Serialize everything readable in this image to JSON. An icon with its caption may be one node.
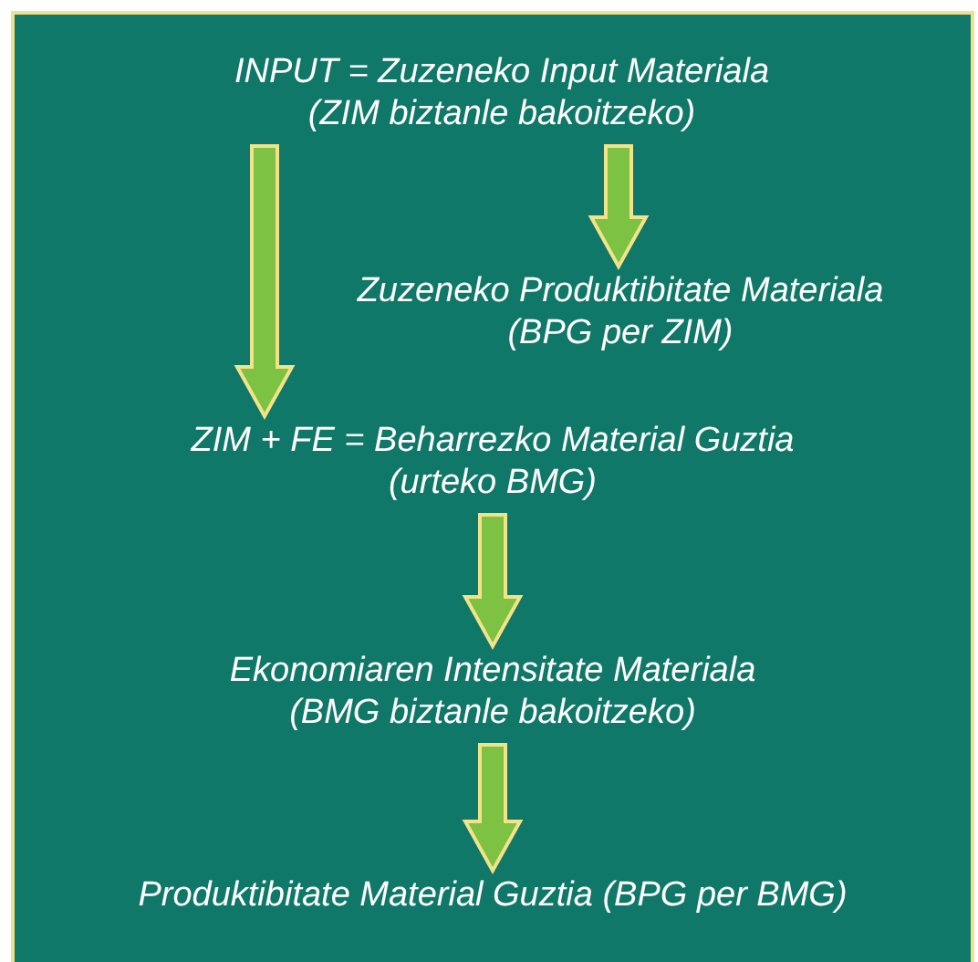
{
  "diagram": {
    "nodes": [
      {
        "text": [
          "INPUT = Zuzeneko Input Materiala",
          "(ZIM biztanle bakoitzeko)"
        ]
      },
      {
        "text": [
          "Zuzeneko Produktibitate Materiala",
          "(BPG per ZIM)"
        ]
      },
      {
        "text": [
          "ZIM + FE = Beharrezko Material Guztia",
          "(urteko BMG)"
        ]
      },
      {
        "text": [
          "Ekonomiaren Intensitate Materiala",
          "(BMG biztanle bakoitzeko)"
        ]
      },
      {
        "text": [
          "Produktibitate Material Guztia (BPG per BMG)"
        ]
      }
    ],
    "edges": [
      {
        "from": 0,
        "to": 2,
        "arrow": "to"
      },
      {
        "from": 0,
        "to": 1,
        "arrow": "to"
      },
      {
        "from": 2,
        "to": 3,
        "arrow": "to"
      },
      {
        "from": 3,
        "to": 4,
        "arrow": "to"
      }
    ]
  }
}
